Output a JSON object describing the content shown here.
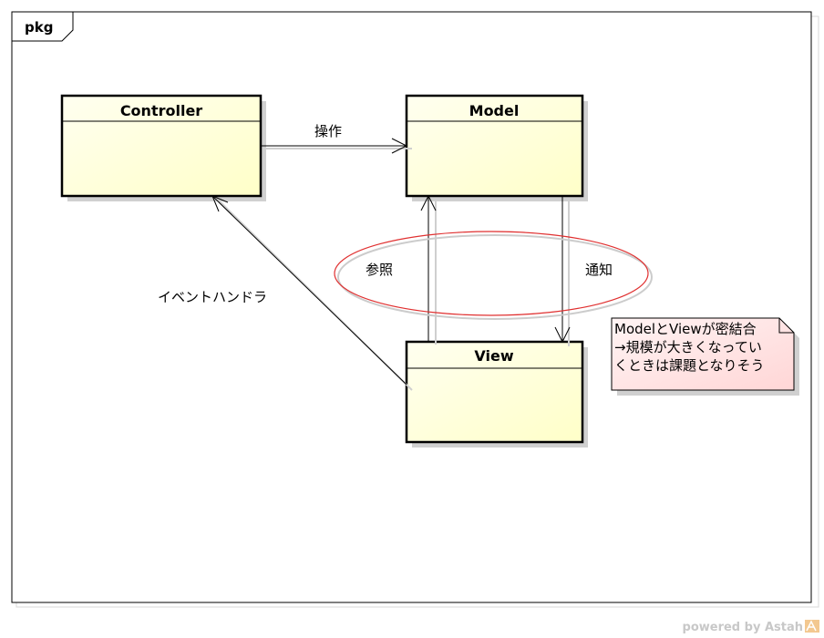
{
  "package": {
    "label": "pkg"
  },
  "classes": {
    "controller": {
      "name": "Controller"
    },
    "model": {
      "name": "Model"
    },
    "view": {
      "name": "View"
    }
  },
  "edges": {
    "operate": "操作",
    "reference": "参照",
    "notify": "通知",
    "event_handler": "イベントハンドラ"
  },
  "note": {
    "lines": [
      "ModelとViewが密結合",
      "→規模が大きくなってい",
      "くときは課題となりそう"
    ]
  },
  "footer": {
    "text": "powered by Astah"
  },
  "colors": {
    "class_fill": "#ffffd0",
    "note_fill": "#ffe0e0",
    "ellipse_stroke": "#e03030"
  }
}
